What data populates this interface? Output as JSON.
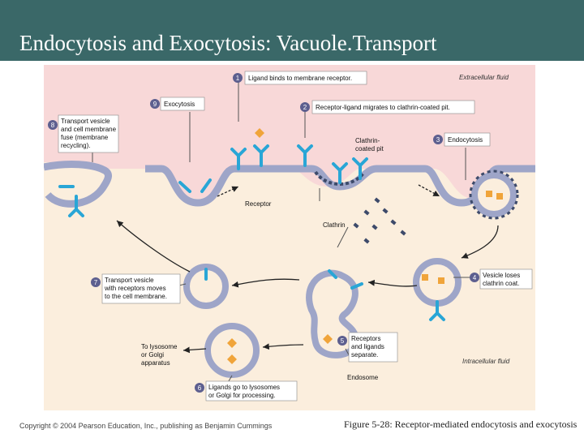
{
  "slide": {
    "title": "Endocytosis and Exocytosis: Vacuole.Transport",
    "copyright": "Copyright © 2004 Pearson Education, Inc., publishing as Benjamin Cummings",
    "caption": "Figure 5-28: Receptor-mediated endocytosis and exocytosis"
  },
  "diagram": {
    "region_extracellular": "Extracellular fluid",
    "region_intracellular": "Intracellular fluid",
    "steps": [
      {
        "num": "1",
        "text": "Ligand binds to membrane receptor."
      },
      {
        "num": "2",
        "text": "Receptor-ligand migrates to clathrin-coated pit."
      },
      {
        "num": "3",
        "text": "Endocytosis"
      },
      {
        "num": "4",
        "lines": [
          "Vesicle loses",
          "clathrin coat."
        ]
      },
      {
        "num": "5",
        "lines": [
          "Receptors",
          "and ligands",
          "separate."
        ]
      },
      {
        "num": "6",
        "lines": [
          "Ligands go to lysosomes",
          "or Golgi for processing."
        ]
      },
      {
        "num": "7",
        "lines": [
          "Transport vesicle",
          "with receptors moves",
          "to the cell membrane."
        ]
      },
      {
        "num": "8",
        "lines": [
          "Transport vesicle",
          "and cell membrane",
          "fuse (membrane",
          "recycling)."
        ]
      },
      {
        "num": "9",
        "text": "Exocytosis"
      }
    ],
    "labels": {
      "pit": [
        "Clathrin-",
        "coated pit"
      ],
      "receptor": "Receptor",
      "clathrin": "Clathrin",
      "endosome": "Endosome",
      "lysosome": [
        "To lysosome",
        "or Golgi",
        "apparatus"
      ]
    },
    "colors": {
      "extracellular": "#f8d8d8",
      "intracellular": "#fbeedd",
      "membrane": "#9ea5c8",
      "membrane_edge": "#5d5f8f",
      "receptor": "#29a6d6",
      "ligand": "#f0a43a",
      "clathrin": "#3d4a6a",
      "step_circle": "#5d5f8f"
    }
  }
}
